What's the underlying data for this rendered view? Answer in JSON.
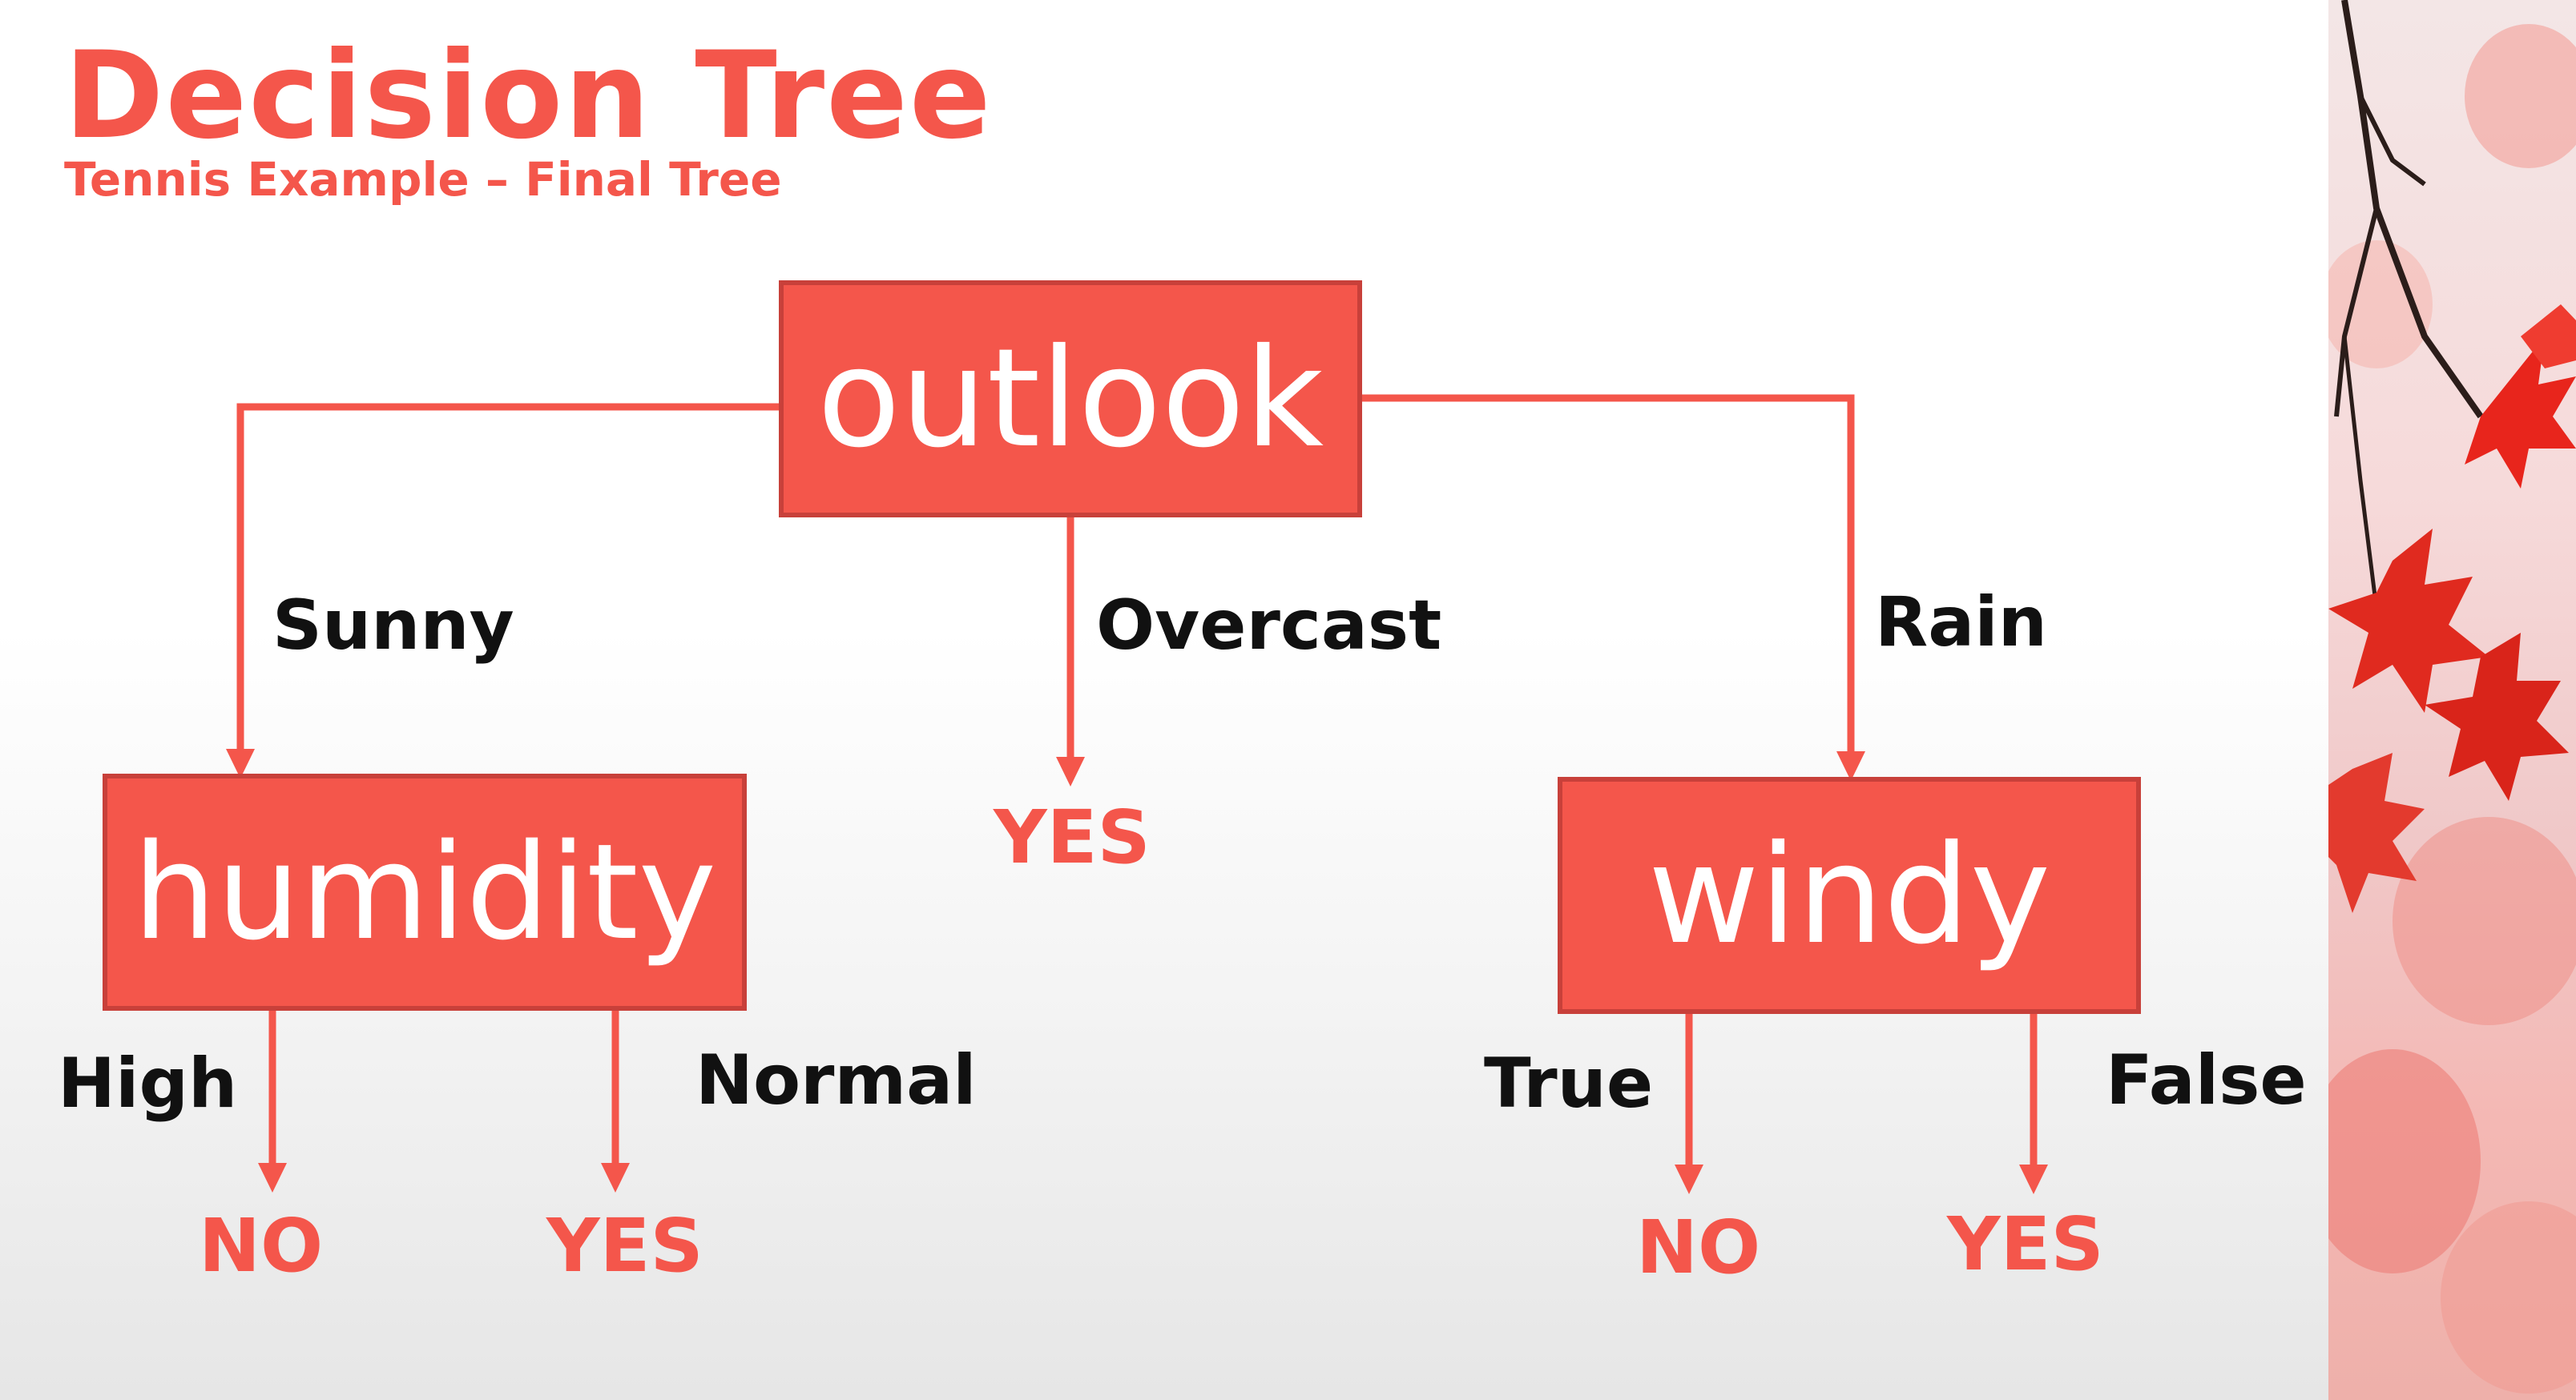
{
  "title": "Decision Tree",
  "subtitle": "Tennis Example – Final Tree",
  "colors": {
    "accent": "#f4564b",
    "node_border": "#c8403a",
    "label_text": "#111111",
    "node_text": "#ffffff"
  },
  "nodes": {
    "root": "outlook",
    "humidity": "humidity",
    "windy": "windy"
  },
  "edges": {
    "sunny": "Sunny",
    "overcast": "Overcast",
    "rain": "Rain",
    "high": "High",
    "normal": "Normal",
    "true": "True",
    "false": "False"
  },
  "leaves": {
    "overcast": "YES",
    "high": "NO",
    "normal": "YES",
    "true": "NO",
    "false": "YES"
  }
}
